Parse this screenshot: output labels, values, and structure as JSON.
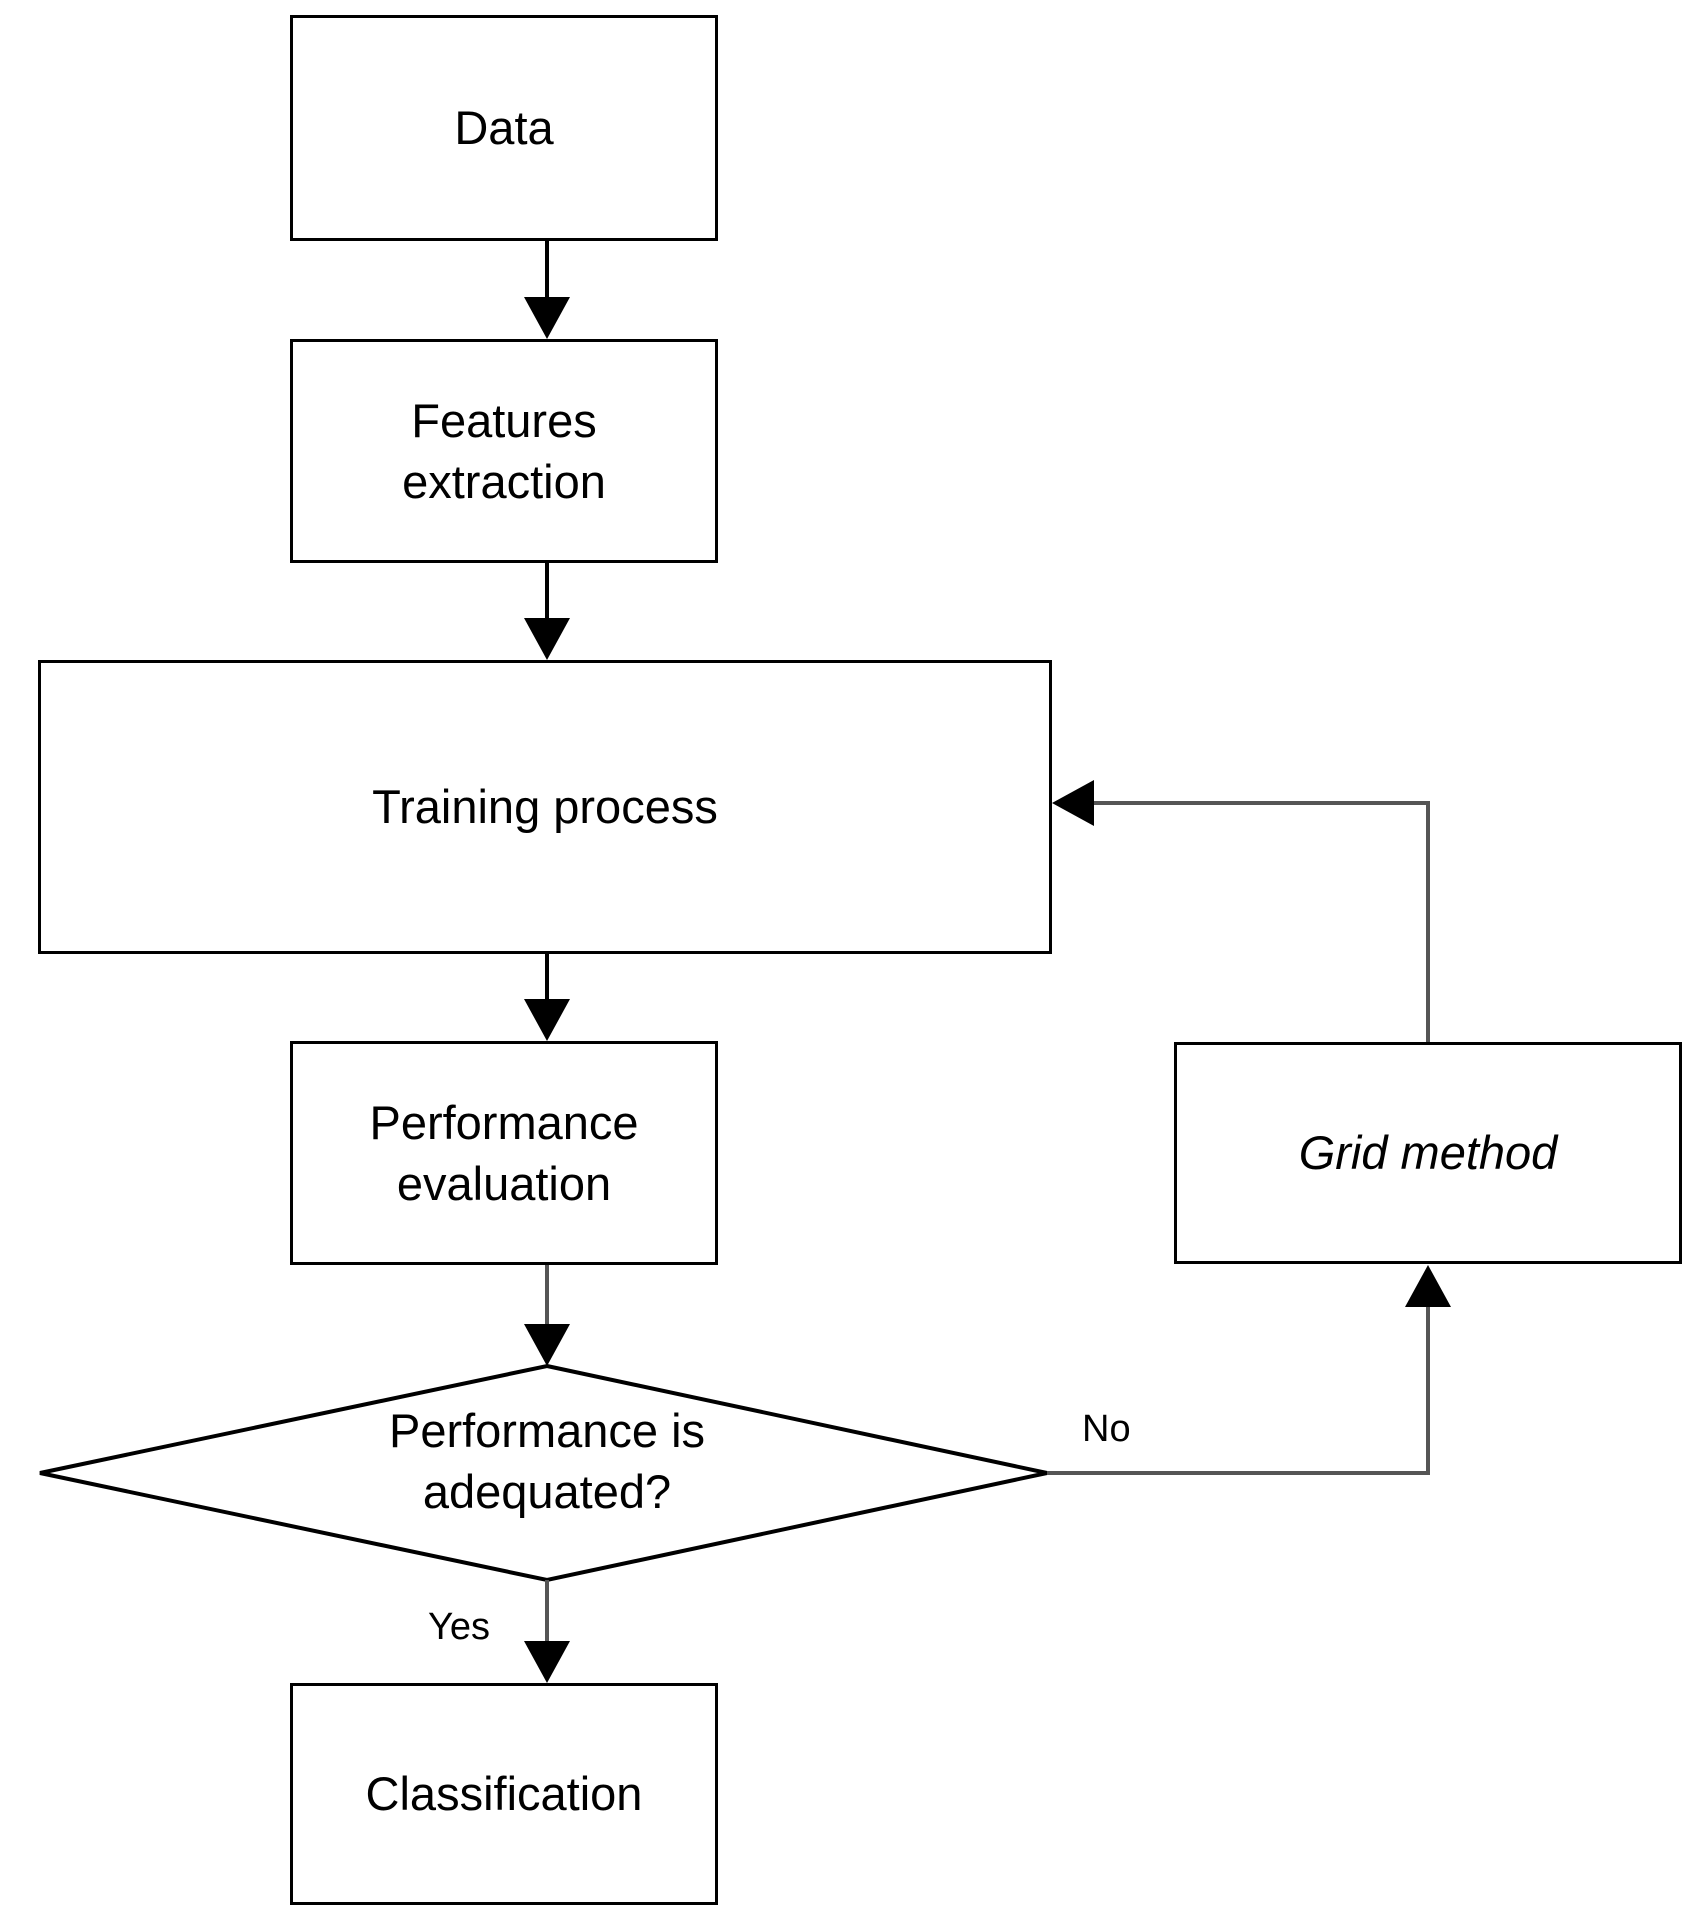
{
  "diagram": {
    "title": "Machine learning training and classification flowchart",
    "background_color": "#ffffff",
    "stroke_color": "#000000",
    "text_color": "#000000",
    "nodes": [
      {
        "id": "data",
        "label": "Data",
        "shape": "rectangle",
        "style": "normal"
      },
      {
        "id": "features",
        "label": "Features\nextraction",
        "shape": "rectangle",
        "style": "normal"
      },
      {
        "id": "training",
        "label": "Training process",
        "shape": "rectangle",
        "style": "normal"
      },
      {
        "id": "performance",
        "label": "Performance\nevaluation",
        "shape": "rectangle",
        "style": "normal"
      },
      {
        "id": "decision",
        "label": "Performance is\nadequated?",
        "shape": "diamond",
        "style": "normal"
      },
      {
        "id": "grid",
        "label": "Grid method",
        "shape": "rectangle",
        "style": "italic"
      },
      {
        "id": "classify",
        "label": "Classification",
        "shape": "rectangle",
        "style": "normal"
      }
    ],
    "edges": [
      {
        "id": "data-to-features",
        "from": "data",
        "to": "features",
        "label": ""
      },
      {
        "id": "features-to-training",
        "from": "features",
        "to": "training",
        "label": ""
      },
      {
        "id": "training-to-performance",
        "from": "training",
        "to": "performance",
        "label": ""
      },
      {
        "id": "performance-to-decision",
        "from": "performance",
        "to": "decision",
        "label": ""
      },
      {
        "id": "decision-no-to-grid",
        "from": "decision",
        "to": "grid",
        "label": "No"
      },
      {
        "id": "grid-to-training",
        "from": "grid",
        "to": "training",
        "label": ""
      },
      {
        "id": "decision-yes-to-classify",
        "from": "decision",
        "to": "classify",
        "label": "Yes"
      }
    ],
    "edge_labels": {
      "no": "No",
      "yes": "Yes"
    }
  }
}
